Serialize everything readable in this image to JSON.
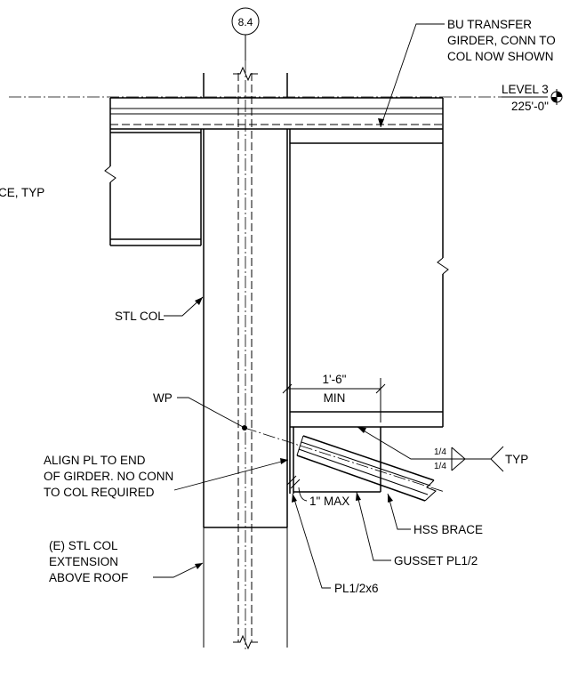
{
  "grid": {
    "bubble": "8.4"
  },
  "level": {
    "name": "LEVEL 3",
    "elevation": "225'-0\""
  },
  "labels": {
    "bu_line1": "BU TRANSFER",
    "bu_line2": "GIRDER, CONN TO",
    "bu_line3": "COL NOW SHOWN",
    "brace_typ": "CE, TYP",
    "stl_col": "STL COL",
    "wp": "WP",
    "dim_value": "1'-6\"",
    "dim_min": "MIN",
    "weld_top": "1/4",
    "weld_bottom": "1/4",
    "typ": "TYP",
    "align_line1": "ALIGN PL TO END",
    "align_line2": "OF GIRDER.  NO CONN",
    "align_line3": "TO COL REQUIRED",
    "max_gap": "1\" MAX",
    "hss_brace": "HSS BRACE",
    "gusset": "GUSSET PL1/2",
    "pl": "PL1/2x6",
    "ext_line1": "(E) STL COL",
    "ext_line2": "EXTENSION",
    "ext_line3": "ABOVE ROOF"
  }
}
